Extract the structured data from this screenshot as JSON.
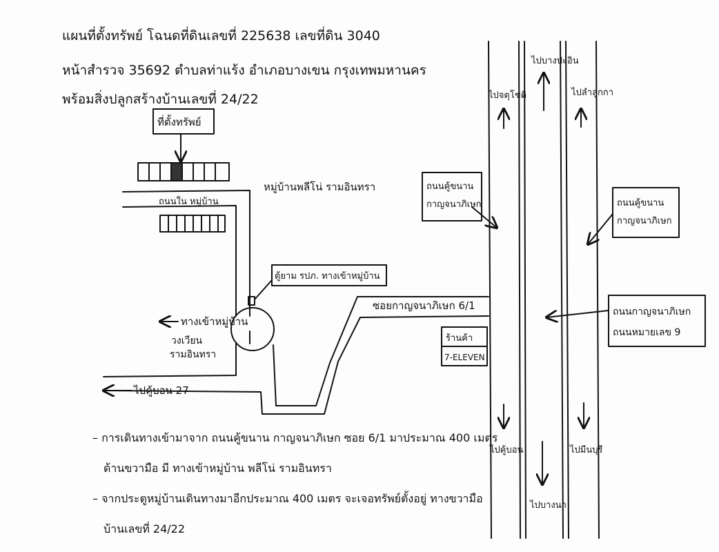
{
  "header": {
    "line1": "แผนที่ตั้งทรัพย์ โฉนดที่ดินเลขที่ 225638 เลขที่ดิน 3040",
    "line2": "หน้าสำรวจ 35692 ตำบลท่าแร้ง อำเภอบางเขน กรุงเทพมหานคร",
    "line3": "พร้อมสิ่งปลูกสร้างบ้านเลขที่ 24/22"
  },
  "labels": {
    "property_box": "ที่ตั้งทรัพย์",
    "village": "หมู่บ้านพลีโน่ รามอินทรา",
    "inner_road": "ถนนใน หมู่บ้าน",
    "guard_post": "ตู้ยาม รปภ. ทางเข้าหมู่บ้าน",
    "entrance_arrow": "ทางเข้าหมู่บ้าน",
    "roundabout": "วงเวียน รามอินทรา",
    "to_khubon": "ไปคู้บอน 27",
    "soi": "ซอยกาญจนาภิเษก 6/1",
    "store_line1": "ร้านค้า",
    "store_line2": "7-ELEVEN",
    "road_box_left": "ถนนคู้ขนาน กาญจนาภิเษก",
    "road_box_right": "ถนนคู้ขนาน กาญจนาภิเษก",
    "road_box_main": "ถนนกาญจนาภิเษก ถนนหมายเลข 9",
    "to_chatuchot": "ไปจตุโชติ",
    "to_bangpa_in": "ไปบางปะอิน",
    "to_lamlukka": "ไปลำลูกกา",
    "to_khubon_bottom": "ไปคู้บอน",
    "to_bangna": "ไปบางนา",
    "to_minburi": "ไปมีนบุรี"
  },
  "notes": {
    "line1": "– การเดินทางเข้ามาจาก ถนนคู้ขนาน กาญจนาภิเษก ซอย 6/1 มาประมาณ 400 เมตร",
    "line2": "ด้านขวามือ มี ทางเข้าหมู่บ้าน พลีโน่ รามอินทรา",
    "line3": "– จากประตูหมู่บ้านเดินทางมาอีกประมาณ 400 เมตร จะเจอทรัพย์ตั้งอยู่ ทางขวามือ",
    "line4": "บ้านเลขที่ 24/22"
  }
}
